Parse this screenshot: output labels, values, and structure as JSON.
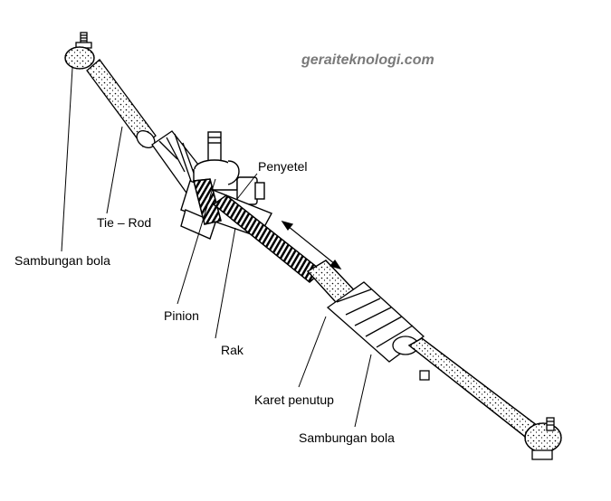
{
  "watermark": "geraiteknologi.com",
  "labels": {
    "penyetel": "Penyetel",
    "tie_rod": "Tie – Rod",
    "sambungan_bola_left": "Sambungan bola",
    "pinion": "Pinion",
    "rak": "Rak",
    "karet_penutup": "Karet penutup",
    "sambungan_bola_right": "Sambungan bola"
  },
  "colors": {
    "ink": "#000000",
    "watermark": "#7a7a7a",
    "background": "#ffffff"
  }
}
